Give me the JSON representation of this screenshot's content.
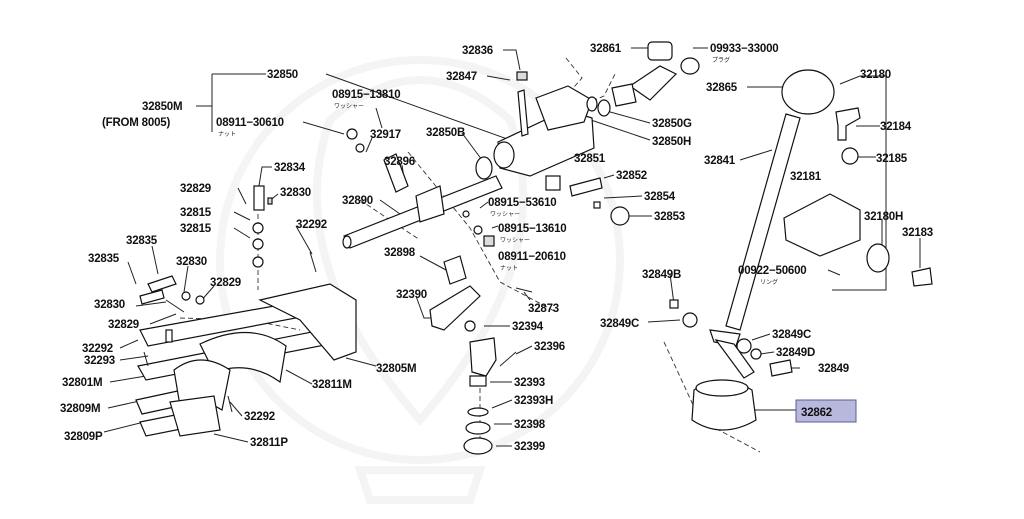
{
  "colors": {
    "highlight": "#b7b8dc",
    "line": "#222222",
    "background": "#ffffff"
  },
  "labels": {
    "p32836": "32836",
    "p32861": "32861",
    "p09933_33000": "09933−33000",
    "p09933_sub": "プラグ",
    "p32847": "32847",
    "p32850": "32850",
    "p08915_13810": "08915−13810",
    "p08915_13810_sub": "ワッシャー",
    "p32865": "32865",
    "p32180": "32180",
    "p32850M": "32850M",
    "p32850M_note": "(FROM 8005)",
    "p08911_30610": "08911−30610",
    "p08911_30610_sub": "ナット",
    "p32917": "32917",
    "p32850B": "32850B",
    "p32850G": "32850G",
    "p32184": "32184",
    "p32850H": "32850H",
    "p32896": "32896",
    "p32851": "32851",
    "p32185": "32185",
    "p32834": "32834",
    "p32841": "32841",
    "p32852": "32852",
    "p32181": "32181",
    "p32829a": "32829",
    "p32830a": "32830",
    "p32890": "32890",
    "p08915_53610": "08915−53610",
    "p08915_53610_sub": "ワッシャー",
    "p32854": "32854",
    "p32815a": "32815",
    "p32292a": "32292",
    "p32853": "32853",
    "p32180H": "32180H",
    "p32815b": "32815",
    "p08915_13610": "08915−13610",
    "p08915_13610_sub": "ワッシャー",
    "p32183": "32183",
    "p32835a": "32835",
    "p32898": "32898",
    "p08911_20610": "08911−20610",
    "p08911_20610_sub": "ナット",
    "p32835b": "32835",
    "p32830b": "32830",
    "p00922_50600": "00922−50600",
    "p00922_sub": "リング",
    "p32829b": "32829",
    "p32849B": "32849B",
    "p32390": "32390",
    "p32830c": "32830",
    "p32873": "32873",
    "p32829c": "32829",
    "p32849C_a": "32849C",
    "p32394": "32394",
    "p32849C_b": "32849C",
    "p32292b": "32292",
    "p32396": "32396",
    "p32849D": "32849D",
    "p32293": "32293",
    "p32805M": "32805M",
    "p32849": "32849",
    "p32801M": "32801M",
    "p32811M": "32811M",
    "p32393": "32393",
    "p32809M": "32809M",
    "p32393H": "32393H",
    "p32862": "32862",
    "p32292c": "32292",
    "p32398": "32398",
    "p32809P": "32809P",
    "p32811P": "32811P",
    "p32399": "32399"
  }
}
